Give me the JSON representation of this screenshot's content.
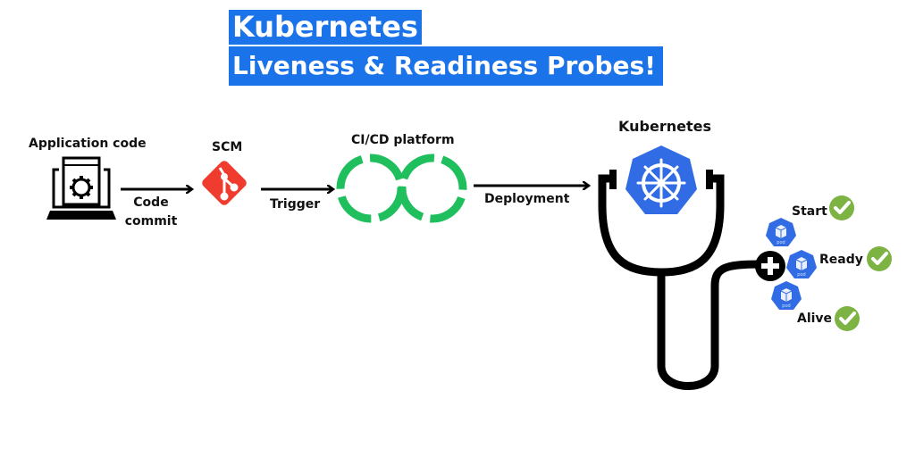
{
  "title": {
    "line1": "Kubernetes",
    "line2": "Liveness & Readiness Probes!"
  },
  "colors": {
    "title_bg": "#1a73e8",
    "git_red": "#f03c2e",
    "cicd_green": "#1fbf5e",
    "k8s_blue": "#326ce5",
    "check_green": "#7cb342"
  },
  "pipeline": {
    "app_code": {
      "label": "Application code",
      "icon": "laptop-gear-icon"
    },
    "arrow1_label_line1": "Code",
    "arrow1_label_line2": "commit",
    "scm": {
      "label": "SCM",
      "icon": "git-icon"
    },
    "arrow2_label": "Trigger",
    "cicd": {
      "label": "CI/CD platform",
      "icon": "infinity-loop-icon"
    },
    "arrow3_label": "Deployment",
    "kubernetes": {
      "label": "Kubernetes",
      "icon": "kubernetes-helm-icon"
    }
  },
  "probes": [
    {
      "label": "Start",
      "status": "ok"
    },
    {
      "label": "Ready",
      "status": "ok"
    },
    {
      "label": "Alive",
      "status": "ok"
    }
  ],
  "pods": [
    {
      "label": "pod"
    },
    {
      "label": "pod"
    },
    {
      "label": "pod"
    }
  ]
}
